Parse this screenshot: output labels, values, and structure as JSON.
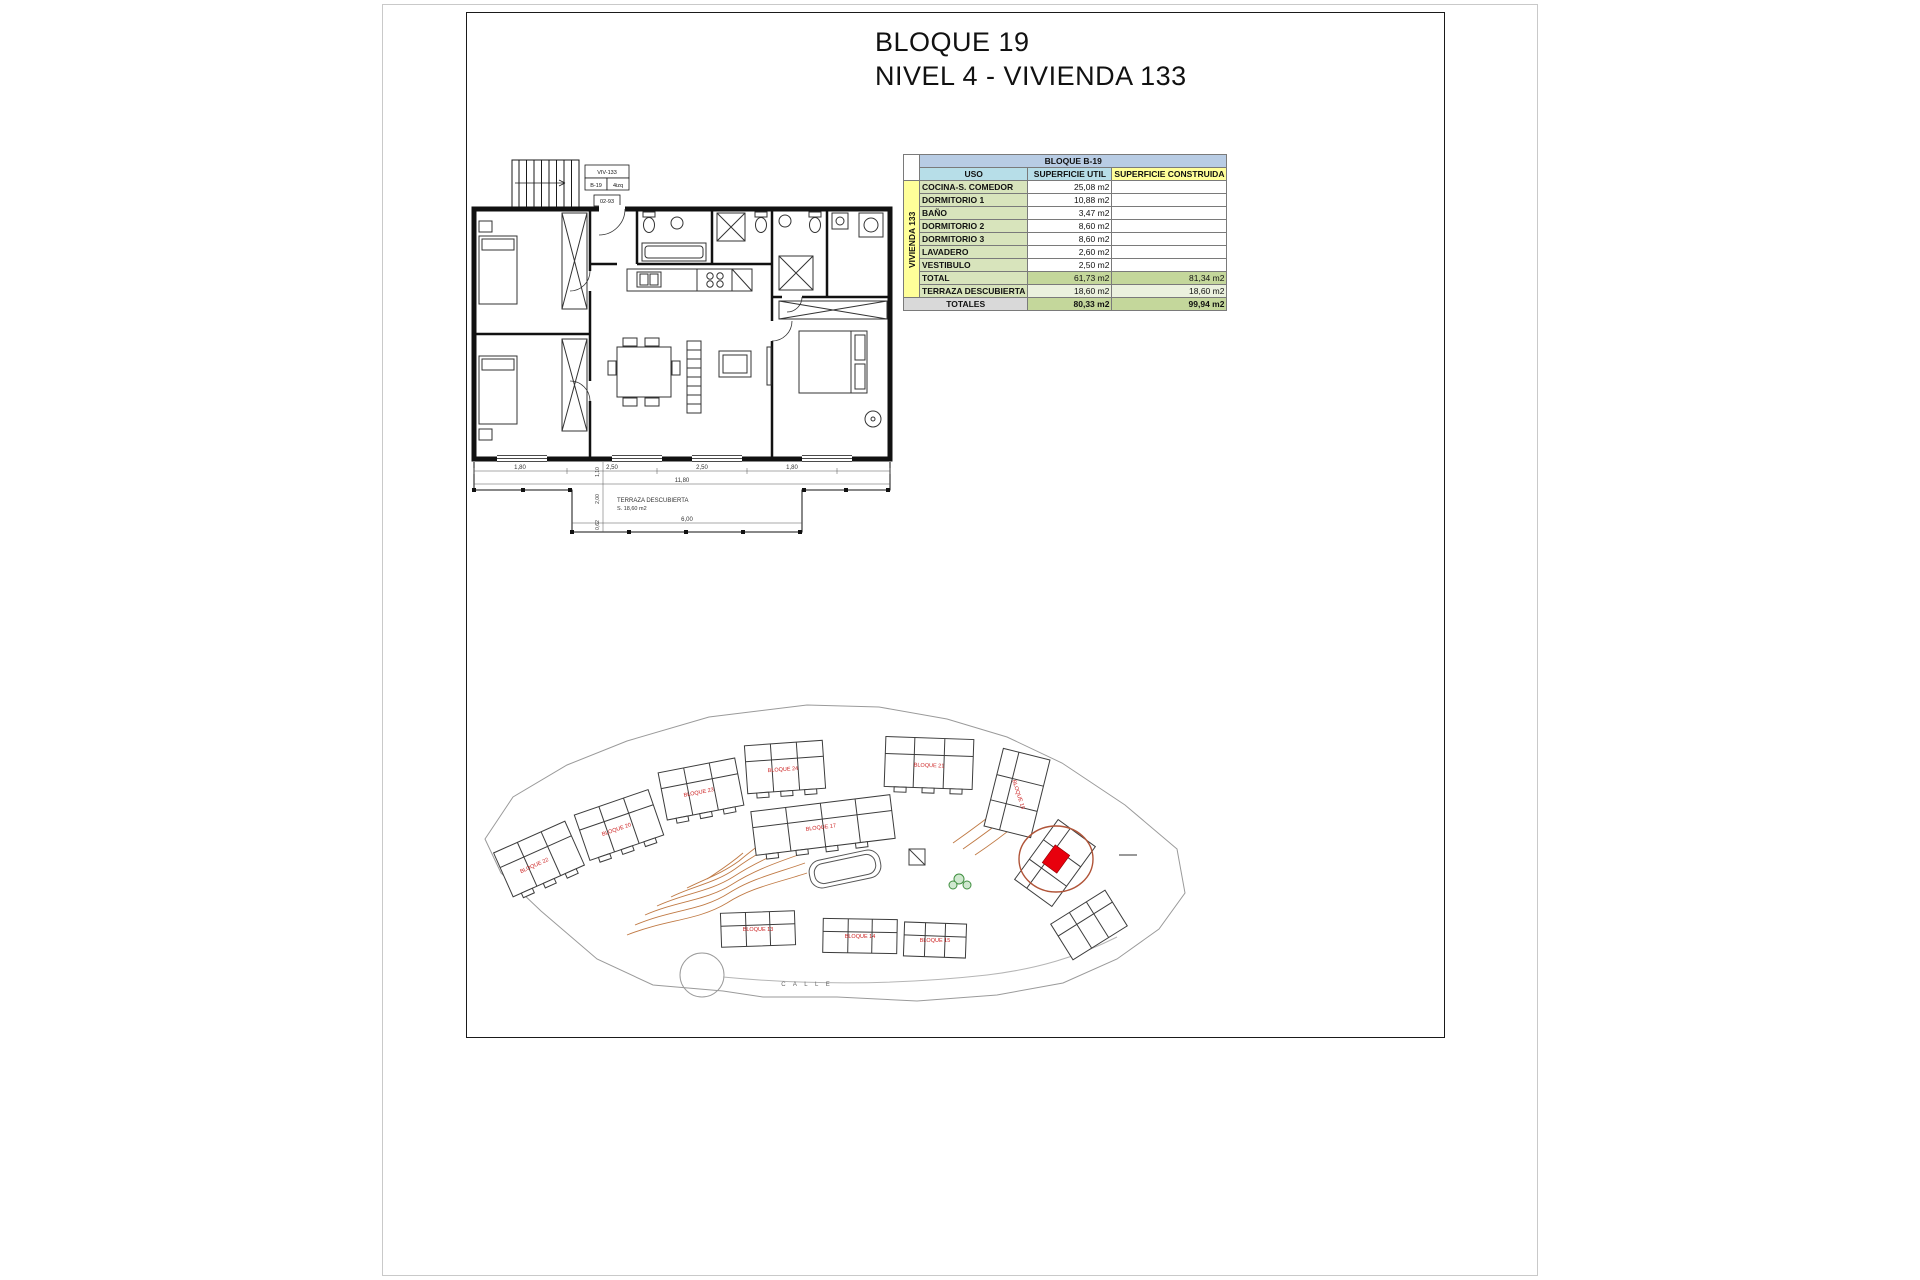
{
  "header": {
    "line1": "BLOQUE 19",
    "line2": "NIVEL 4 - VIVIENDA 133"
  },
  "floorplan": {
    "legend": {
      "unit": "VIV-133",
      "block": "B-19",
      "position": "4izq",
      "sheet_code": "02-93"
    },
    "terrace": {
      "label": "TERRAZA DESCUBIERTA",
      "area": "S. 18,60 m2"
    },
    "dimensions": {
      "bottom": [
        "1,80",
        "2,50",
        "2,50",
        "1,80"
      ],
      "bottom_total": "11,80",
      "terrace_width": "6,00",
      "left": [
        "1,10",
        "2,00",
        "0,62"
      ]
    }
  },
  "area_table": {
    "title": "BLOQUE B-19",
    "side_label": "VIVIENDA 133",
    "headers": {
      "uso": "USO",
      "util": "SUPERFICIE UTIL",
      "construida": "SUPERFICIE CONSTRUIDA"
    },
    "rows": [
      {
        "uso": "COCINA-S. COMEDOR",
        "util": "25,08 m2"
      },
      {
        "uso": "DORMITORIO 1",
        "util": "10,88 m2"
      },
      {
        "uso": "BAÑO",
        "util": "3,47 m2"
      },
      {
        "uso": "DORMITORIO 2",
        "util": "8,60 m2"
      },
      {
        "uso": "DORMITORIO 3",
        "util": "8,60 m2"
      },
      {
        "uso": "LAVADERO",
        "util": "2,60 m2"
      },
      {
        "uso": "VESTIBULO",
        "util": "2,50 m2"
      }
    ],
    "total_row": {
      "label": "TOTAL",
      "util": "61,73 m2",
      "construida": "81,34 m2"
    },
    "terraza_row": {
      "label": "TERRAZA DESCUBIERTA",
      "util": "18,60 m2",
      "construida": "18,60 m2"
    },
    "totales_row": {
      "label": "TOTALES",
      "util": "80,33 m2",
      "construida": "99,94 m2"
    }
  },
  "siteplan": {
    "blocks": [
      "BLOQUE 22",
      "BLOQUE 20",
      "BLOQUE 23",
      "BLOQUE 24",
      "BLOQUE 21",
      "BLOQUE 17",
      "BLOQUE 19",
      "BLOQUE 13",
      "BLOQUE 14",
      "BLOQUE 15"
    ],
    "street": "C A L L E",
    "highlight_color": "#e8000d"
  }
}
